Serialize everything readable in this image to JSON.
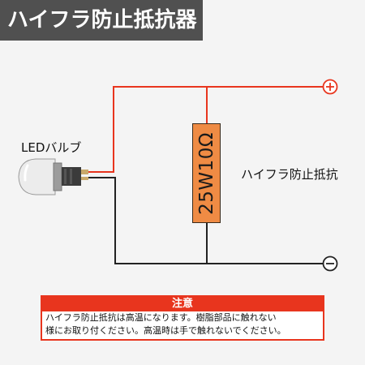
{
  "title": "ハイフラ防止抵抗器",
  "diagram": {
    "led_label": "LEDバルブ",
    "resistor_value": "25W10Ω",
    "resistor_label": "ハイフラ防止抵抗",
    "positive_terminal": "+",
    "negative_terminal": "−"
  },
  "caution": {
    "header": "注意",
    "line1": "ハイフラ防止抵抗は高温になります。樹脂部品に触れない",
    "line2": "様にお取り付ください。高温時は手で触れないでください。"
  },
  "colors": {
    "positive_wire": "#e8351e",
    "negative_wire": "#222222",
    "resistor": "#ef8b44",
    "title_bg": "#505050"
  }
}
